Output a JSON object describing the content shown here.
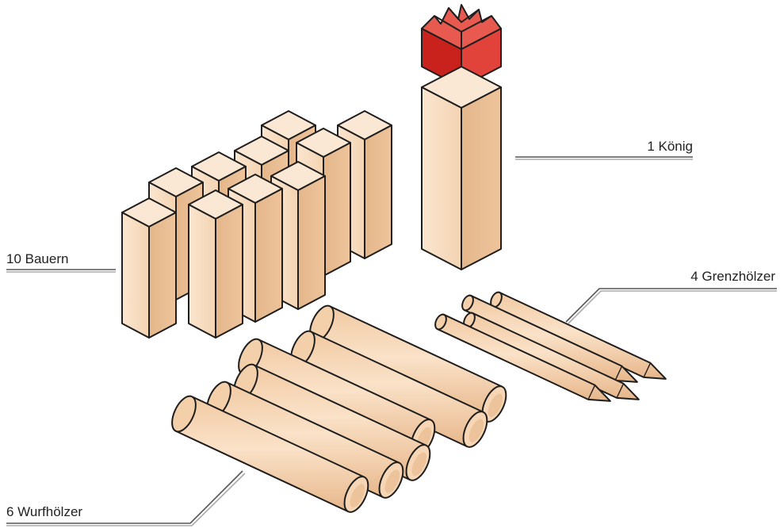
{
  "labels": {
    "king": "1 König",
    "pawns": "10 Bauern",
    "boundary": "4 Grenzhölzer",
    "throwing": "6 Wurfhölzer"
  },
  "pieces": {
    "king_count": 1,
    "pawn_count": 10,
    "boundary_count": 4,
    "throwing_count": 6
  },
  "colors": {
    "wood_front": "#f7dcc0",
    "wood_side": "#e9bd92",
    "wood_top": "#fbe8d4",
    "crown_red": "#d8322c",
    "outline": "#1e1e1e",
    "leader": "#555555"
  }
}
